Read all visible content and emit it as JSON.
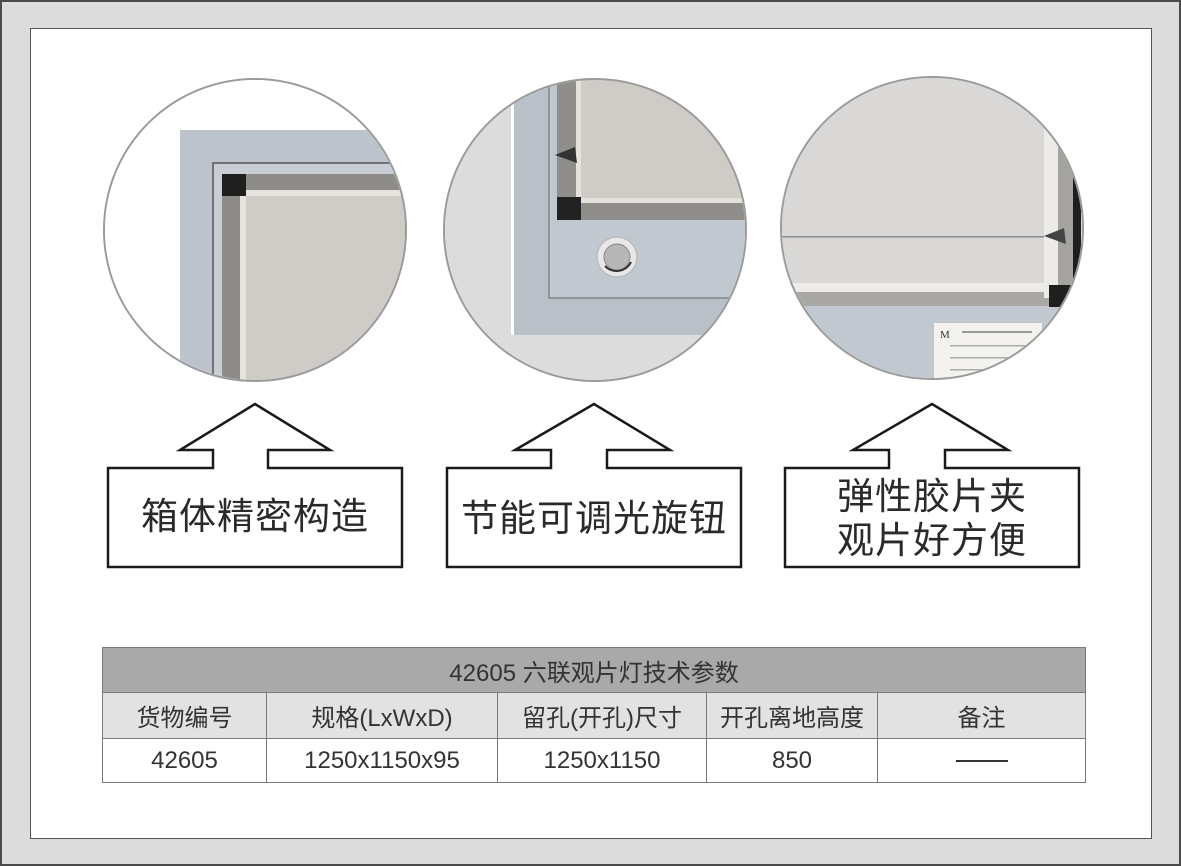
{
  "features": [
    {
      "label_lines": [
        "箱体精密构造"
      ],
      "photo": "frame-corner-closeup"
    },
    {
      "label_lines": [
        "节能可调光旋钮"
      ],
      "photo": "dimmer-knob-closeup"
    },
    {
      "label_lines": [
        "弹性胶片夹",
        "观片好方便"
      ],
      "photo": "film-clip-closeup"
    }
  ],
  "spec_table": {
    "title": "42605 六联观片灯技术参数",
    "headers": [
      "货物编号",
      "规格(LxWxD)",
      "留孔(开孔)尺寸",
      "开孔离地高度",
      "备注"
    ],
    "rows": [
      [
        "42605",
        "1250x1150x95",
        "1250x1150",
        "850",
        "—"
      ]
    ]
  },
  "colors": {
    "page_background": "#dcdcdc",
    "panel_background": "#ffffff",
    "table_title_bg": "#a9a9a9",
    "table_header_bg": "#e2e2e2",
    "frame_blue_gray": "#b9c0c8",
    "panel_gray": "#d4d2cf"
  }
}
